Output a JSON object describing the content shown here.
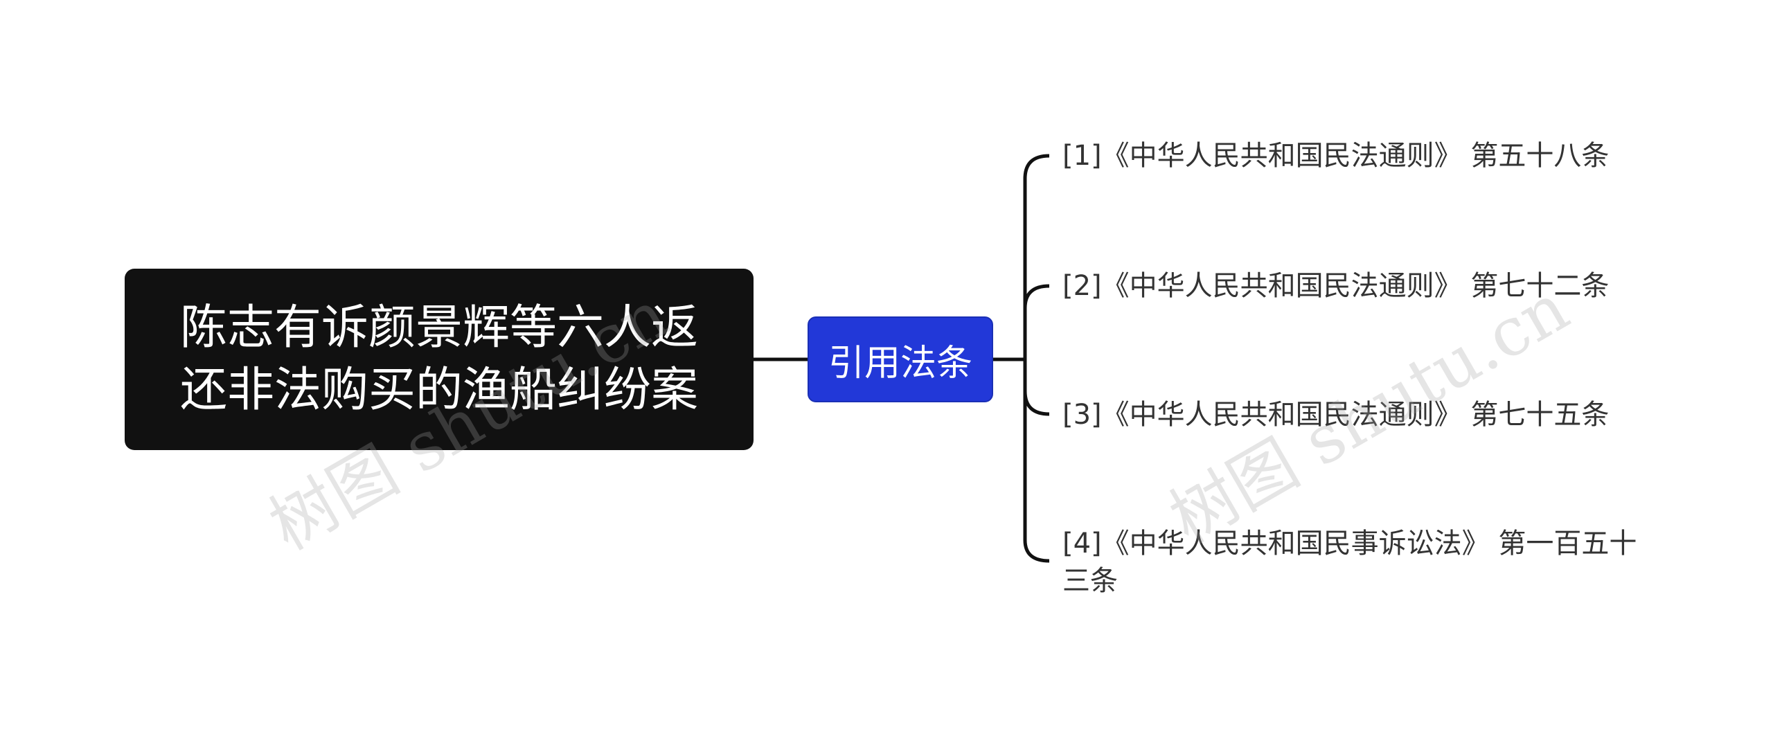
{
  "root": {
    "text": "陈志有诉颜景辉等六人返\n还非法购买的渔船纠纷案"
  },
  "branch": {
    "text": "引用法条"
  },
  "leaves": [
    {
      "text": "[1]《中华人民共和国民法通则》 第五十八条"
    },
    {
      "text": "[2]《中华人民共和国民法通则》 第七十二条"
    },
    {
      "text": "[3]《中华人民共和国民法通则》 第七十五条"
    },
    {
      "text": "[4]《中华人民共和国民事诉讼法》 第一百五十三条"
    }
  ],
  "watermarks": [
    "树图 shutu.cn",
    "树图 shutu.cn"
  ],
  "colors": {
    "root_bg": "#111111",
    "branch_bg": "#2238d8",
    "line": "#111111",
    "leaf_text": "#333333"
  }
}
